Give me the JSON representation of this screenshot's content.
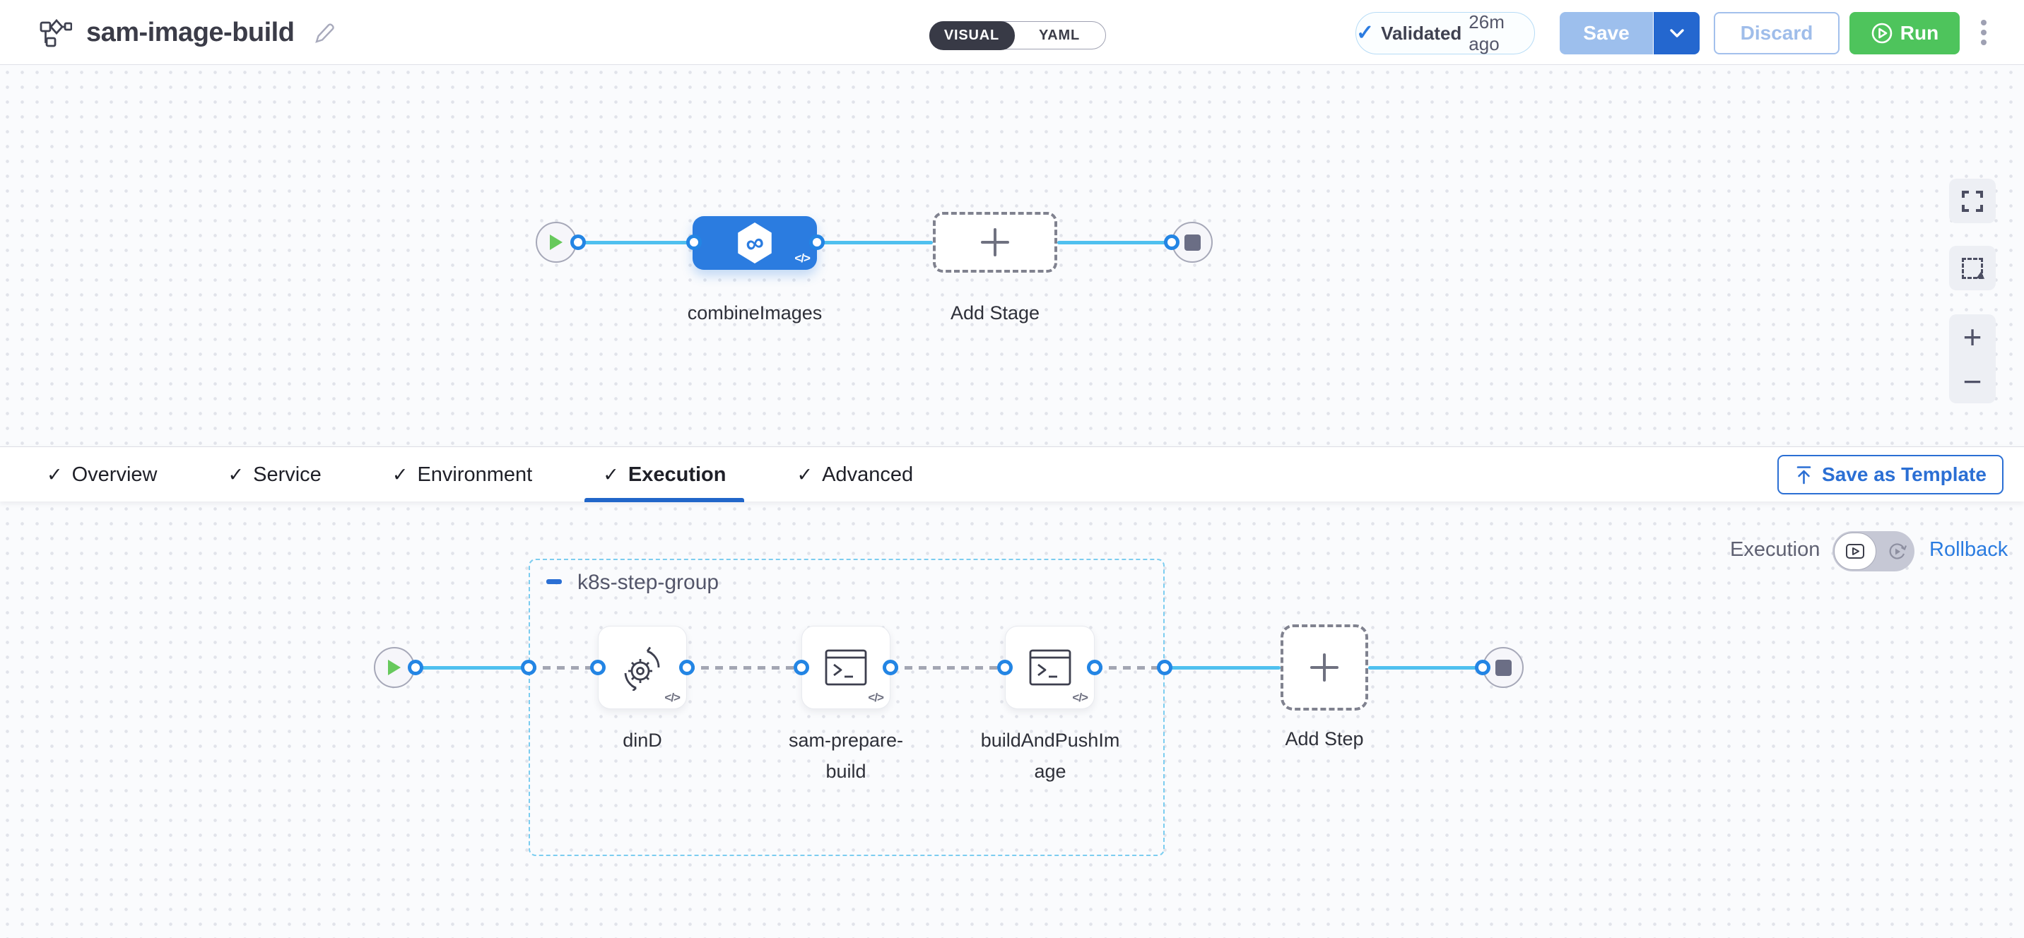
{
  "header": {
    "title": "sam-image-build",
    "mode_toggle": {
      "visual": "VISUAL",
      "yaml": "YAML"
    },
    "validated": {
      "label": "Validated",
      "time": "26m ago"
    },
    "save_label": "Save",
    "discard_label": "Discard",
    "run_label": "Run"
  },
  "top_canvas": {
    "stage_name": "combineImages",
    "add_stage_label": "Add Stage",
    "code_badge": "</>"
  },
  "tabs": {
    "items": [
      {
        "label": "Overview"
      },
      {
        "label": "Service"
      },
      {
        "label": "Environment"
      },
      {
        "label": "Execution"
      },
      {
        "label": "Advanced"
      }
    ],
    "active": "Execution",
    "save_as_template_label": "Save as Template"
  },
  "execution_panel": {
    "mode_label": "Execution",
    "rollback_label": "Rollback",
    "group_name": "k8s-step-group",
    "steps": [
      {
        "name": "dinD",
        "icon": "gear-sync-icon"
      },
      {
        "name": "sam-prepare-build",
        "icon": "terminal-icon"
      },
      {
        "name": "buildAndPushImage",
        "icon": "terminal-icon"
      }
    ],
    "add_step_label": "Add Step",
    "code_badge": "</>"
  },
  "colors": {
    "stage_blue": "#2b7ce0",
    "edge_blue": "#4fc0ef",
    "port_blue": "#2385e4",
    "run_green": "#4ec45c",
    "play_green": "#67c95c",
    "underline_blue": "#2166c9",
    "group_border": "#7ccdf0",
    "toggle_dark": "#383a46"
  }
}
